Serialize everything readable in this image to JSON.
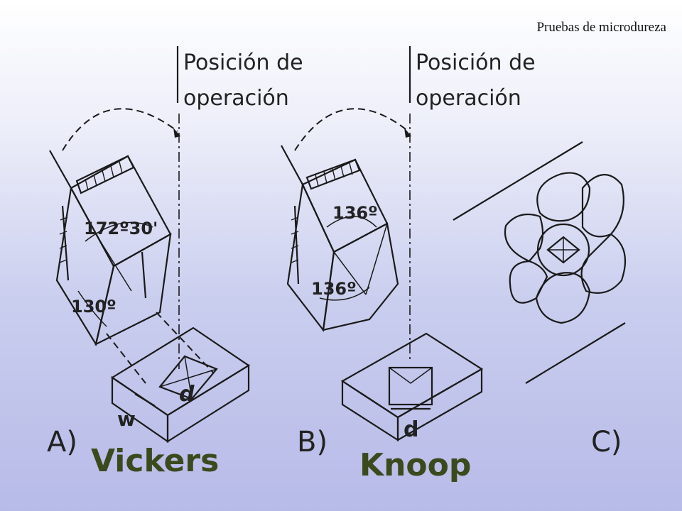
{
  "header": {
    "title": "Pruebas de microdureza"
  },
  "panel_a": {
    "position_label_1": "Posición de",
    "position_label_2": "operación",
    "angle_top": "172º30'",
    "angle_bottom": "130º",
    "dim_d": "d",
    "dim_w": "w",
    "panel_letter": "A)",
    "name": "Vickers"
  },
  "panel_b": {
    "position_label_1": "Posición de",
    "position_label_2": "operación",
    "angle_top": "136º",
    "angle_bottom": "136º",
    "dim_d": "d",
    "panel_letter": "B)",
    "name": "Knoop"
  },
  "panel_c": {
    "panel_letter": "C)"
  },
  "colors": {
    "name_text": "#3b4a1c",
    "line": "#1a1a1a"
  }
}
